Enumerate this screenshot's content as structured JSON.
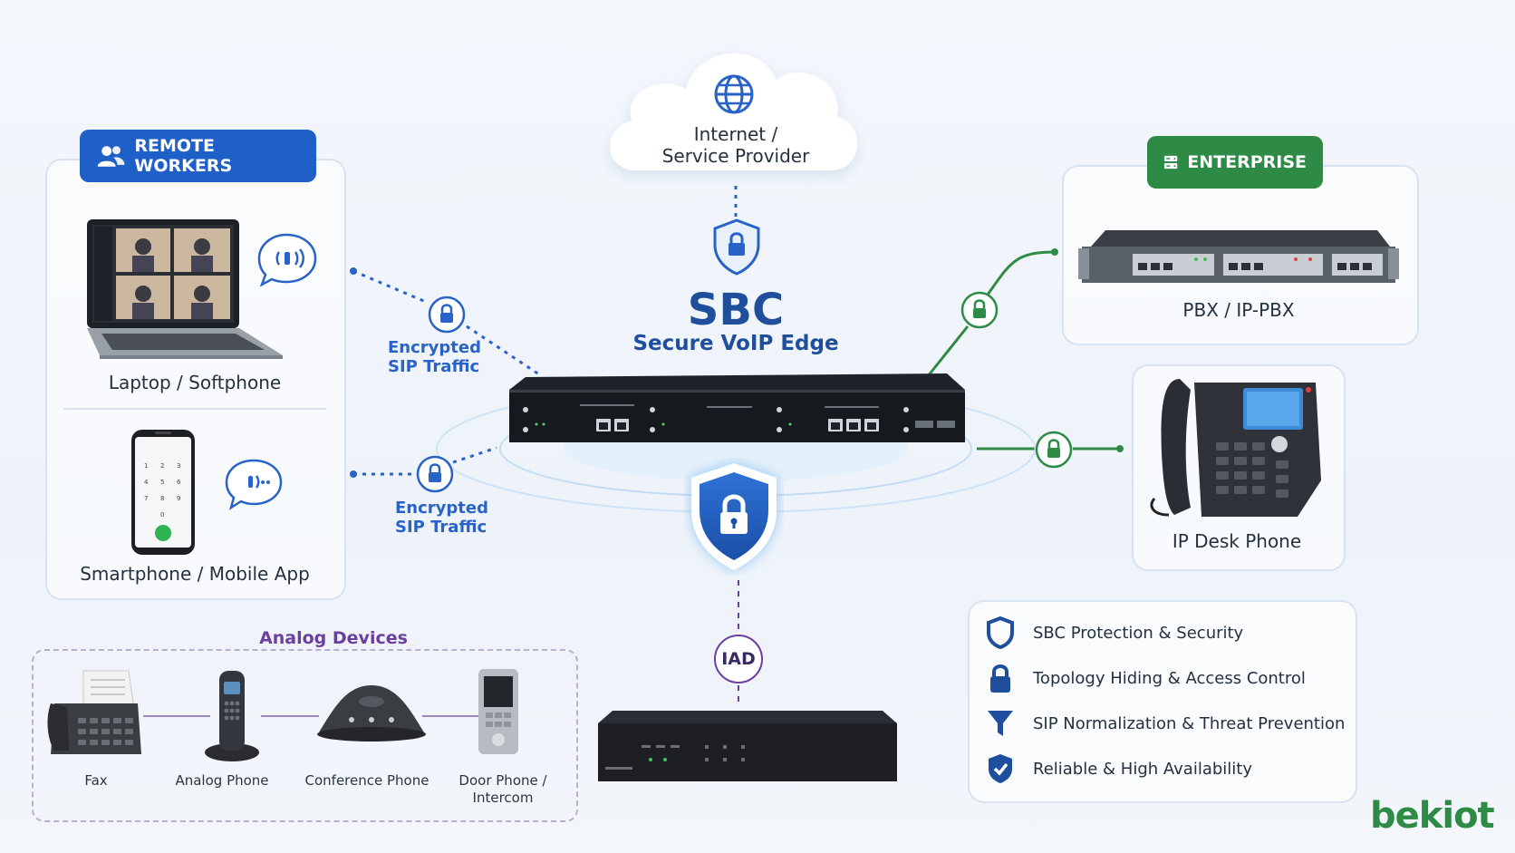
{
  "cloud": {
    "line1": "Internet /",
    "line2": "Service Provider"
  },
  "sbc": {
    "title": "SBC",
    "subtitle": "Secure VoIP Edge"
  },
  "remote_workers": {
    "badge": "REMOTE WORKERS",
    "laptop_label": "Laptop / Softphone",
    "phone_label": "Smartphone / Mobile App"
  },
  "encrypted": [
    {
      "line1": "Encrypted",
      "line2": "SIP Traffic"
    },
    {
      "line1": "Encrypted",
      "line2": "SIP Traffic"
    }
  ],
  "enterprise": {
    "badge": "ENTERPRISE",
    "pbx_label": "PBX / IP-PBX",
    "desk_phone_label": "IP Desk Phone"
  },
  "analog": {
    "title": "Analog Devices",
    "devices": [
      {
        "label": "Fax"
      },
      {
        "label": "Analog Phone"
      },
      {
        "label": "Conference Phone"
      },
      {
        "label": "Door Phone /",
        "label2": "Intercom"
      }
    ]
  },
  "iad": {
    "label": "IAD"
  },
  "features": [
    {
      "icon": "shield-icon",
      "text": "SBC Protection & Security"
    },
    {
      "icon": "lock-icon",
      "text": "Topology Hiding & Access Control"
    },
    {
      "icon": "filter-icon",
      "text": "SIP Normalization & Threat Prevention"
    },
    {
      "icon": "shield-check-icon",
      "text": "Reliable & High Availability"
    }
  ],
  "logo": {
    "text": "bekiot"
  },
  "colors": {
    "blue": "#1f5fc8",
    "green": "#2e8b45",
    "purple": "#6b3fa0",
    "panel_border": "#d7e3f1"
  }
}
